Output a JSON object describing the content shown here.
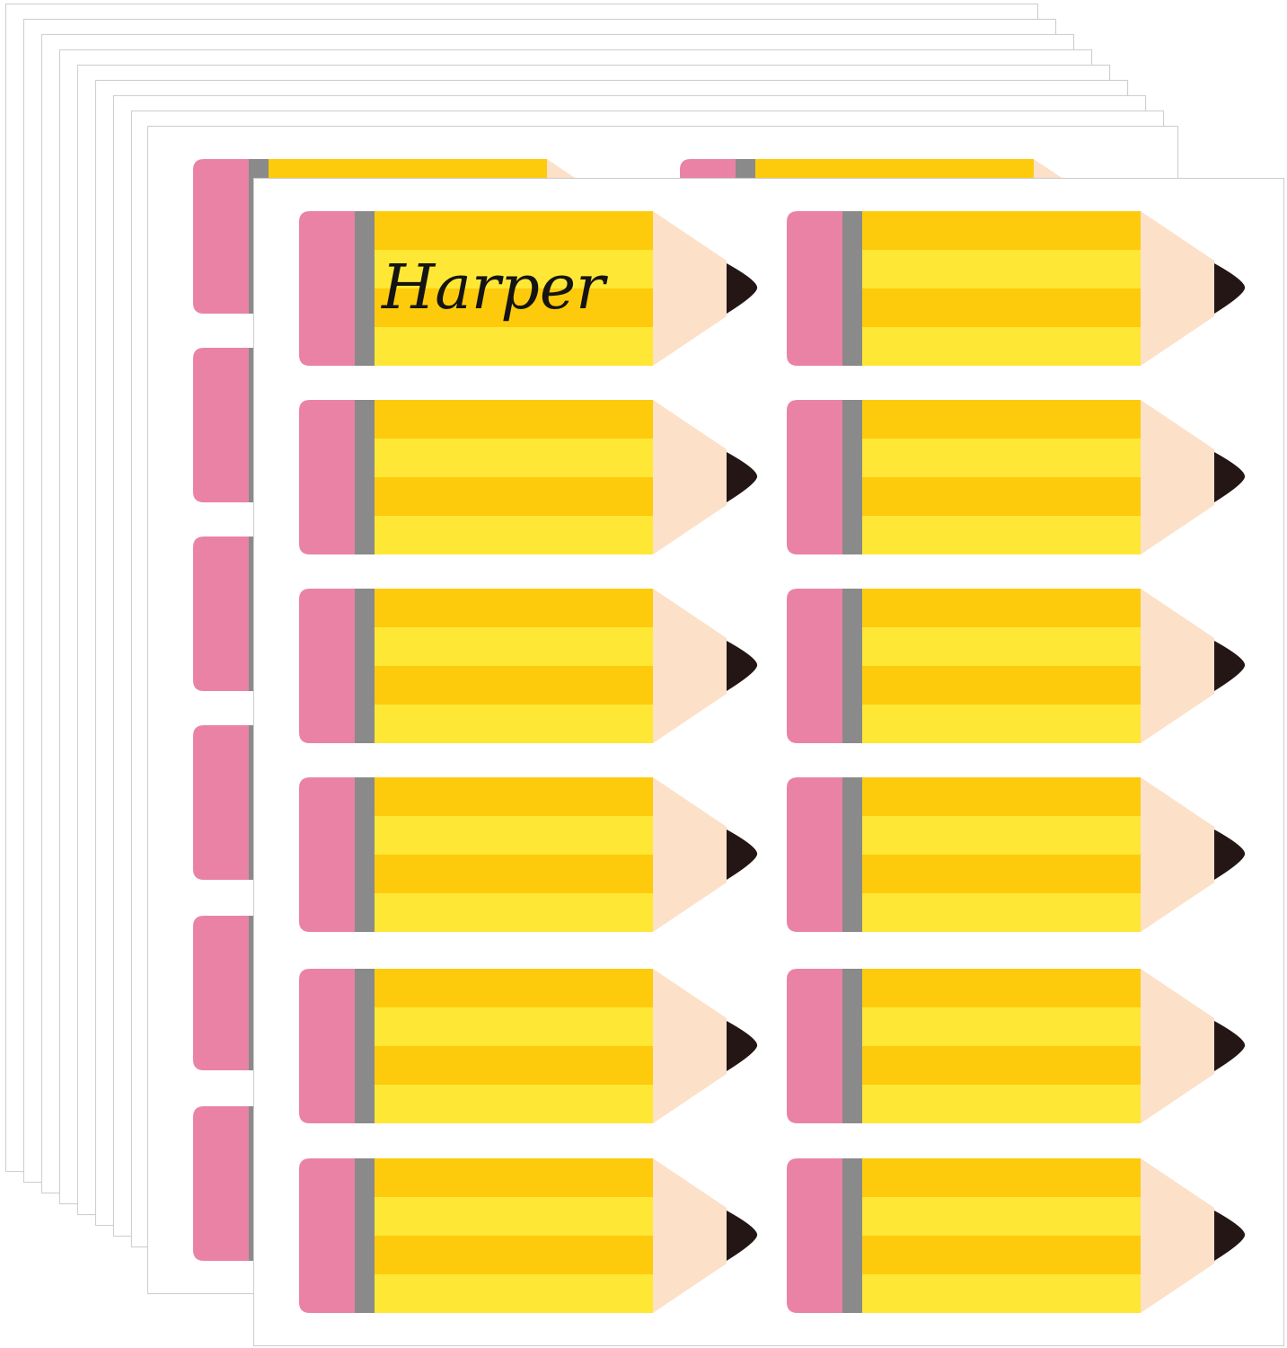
{
  "product": {
    "sticker_shape": "pencil-icon",
    "sheet_count_visible": 10,
    "labels_per_sheet": 12
  },
  "colors": {
    "eraser": "#ea82a6",
    "ferrule": "#8a8a8a",
    "body_dark_stripe": "#fdcb0c",
    "body_light_stripe": "#fee735",
    "wood": "#fce0c8",
    "lead": "#231615",
    "sheet_border": "#cfcfcf"
  },
  "labels": [
    {
      "name": "Harper"
    },
    {
      "name": ""
    },
    {
      "name": ""
    },
    {
      "name": ""
    },
    {
      "name": ""
    },
    {
      "name": ""
    },
    {
      "name": ""
    },
    {
      "name": ""
    },
    {
      "name": ""
    },
    {
      "name": ""
    },
    {
      "name": ""
    },
    {
      "name": ""
    }
  ]
}
